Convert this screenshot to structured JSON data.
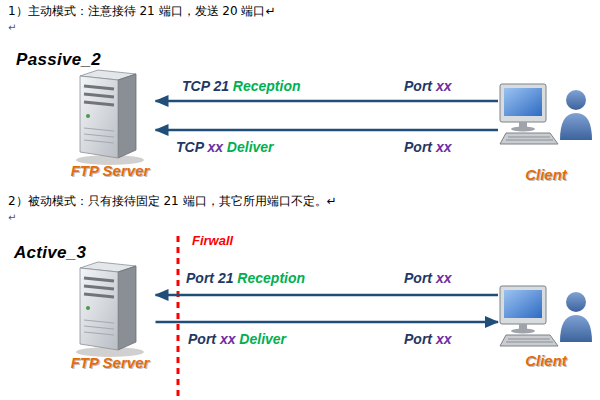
{
  "diagram": {
    "nodes": [
      {
        "text": [
          "FTP Server"
        ]
      },
      {
        "text": [
          "Client"
        ]
      },
      {
        "text": [
          "FTP Server"
        ]
      },
      {
        "text": [
          "Client"
        ]
      }
    ],
    "edges": [
      {
        "from": 1,
        "to": 0,
        "arrow": "to",
        "label": "TCP 21 Reception"
      },
      {
        "from": 1,
        "to": 0,
        "arrow": "to",
        "label": "TCP xx Deliver"
      },
      {
        "from": 3,
        "to": 2,
        "arrow": "to",
        "label": "Port 21 Reception"
      },
      {
        "from": 2,
        "to": 3,
        "arrow": "to",
        "label": "Port xx Deliver"
      }
    ],
    "labels": [
      "1）主动模式：注意接待 21 端口，发送 20 端口↵",
      "↵",
      "Passive_2",
      "Port xx",
      "Port xx",
      "2）被动模式：只有接待固定 21 端口，其它所用端口不定。↵",
      "↵",
      "Active_3",
      "Firwall",
      "Port xx",
      "Port xx"
    ]
  }
}
